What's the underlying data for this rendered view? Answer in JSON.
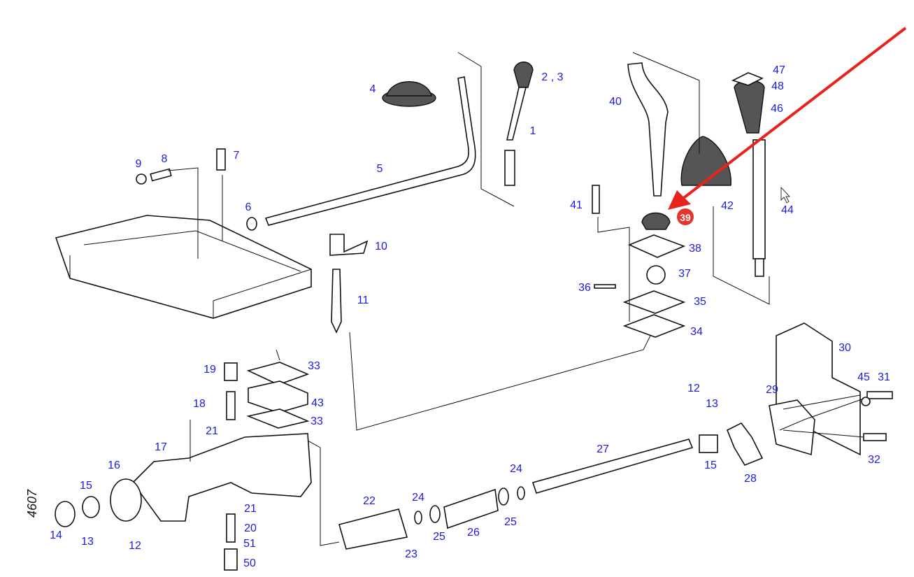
{
  "diagram": {
    "drawing_number": "4607",
    "callouts": [
      {
        "text": "4"
      },
      {
        "text": "2 , 3"
      },
      {
        "text": "1"
      },
      {
        "text": "40"
      },
      {
        "text": "47"
      },
      {
        "text": "48"
      },
      {
        "text": "46"
      },
      {
        "text": "9"
      },
      {
        "text": "8"
      },
      {
        "text": "7"
      },
      {
        "text": "5"
      },
      {
        "text": "41"
      },
      {
        "text": "42"
      },
      {
        "text": "44"
      },
      {
        "text": "6"
      },
      {
        "text": "10"
      },
      {
        "text": "38"
      },
      {
        "text": "37"
      },
      {
        "text": "36"
      },
      {
        "text": "11"
      },
      {
        "text": "35"
      },
      {
        "text": "34"
      },
      {
        "text": "30"
      },
      {
        "text": "19"
      },
      {
        "text": "33"
      },
      {
        "text": "18"
      },
      {
        "text": "43"
      },
      {
        "text": "33"
      },
      {
        "text": "21"
      },
      {
        "text": "17"
      },
      {
        "text": "12"
      },
      {
        "text": "13"
      },
      {
        "text": "29"
      },
      {
        "text": "45"
      },
      {
        "text": "31"
      },
      {
        "text": "16"
      },
      {
        "text": "15"
      },
      {
        "text": "27"
      },
      {
        "text": "15"
      },
      {
        "text": "32"
      },
      {
        "text": "28"
      },
      {
        "text": "24"
      },
      {
        "text": "22"
      },
      {
        "text": "24"
      },
      {
        "text": "21"
      },
      {
        "text": "25"
      },
      {
        "text": "25"
      },
      {
        "text": "26"
      },
      {
        "text": "20"
      },
      {
        "text": "14"
      },
      {
        "text": "13"
      },
      {
        "text": "12"
      },
      {
        "text": "51"
      },
      {
        "text": "23"
      },
      {
        "text": "50"
      }
    ],
    "highlight": {
      "text": "39",
      "color": "#e8322c"
    },
    "arrow_color": "#e8221c",
    "label_color": "#1a1ae6"
  }
}
